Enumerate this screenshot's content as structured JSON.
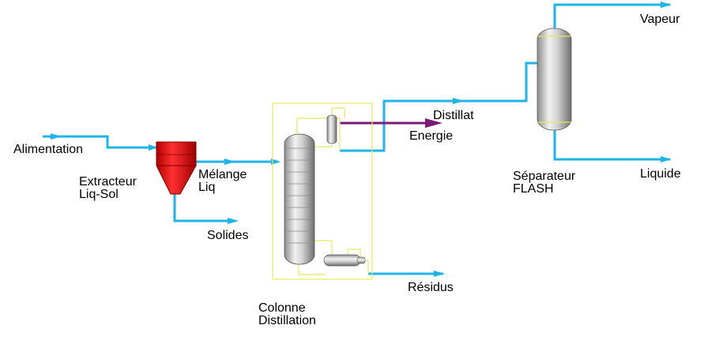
{
  "colors": {
    "stream": "#1fb3e8",
    "energy": "#7a1a78",
    "extractor": "#e01414",
    "column_outline": "#e8e85a",
    "vessel": "#c8c8c8"
  },
  "labels": {
    "alimentation": "Alimentation",
    "extracteur_1": "Extracteur",
    "extracteur_2": "Liq-Sol",
    "melange_1": "Mélange",
    "melange_2": "Liq",
    "solides": "Solides",
    "colonne_1": "Colonne",
    "colonne_2": "Distillation",
    "residus": "Résidus",
    "distillat": "Distillat",
    "energie": "Energie",
    "separateur_1": "Séparateur",
    "separateur_2": "FLASH",
    "vapeur": "Vapeur",
    "liquide": "Liquide"
  },
  "icons": {
    "extractor": "hydrocyclone-icon",
    "column": "distillation-column-icon",
    "flash": "flash-drum-icon"
  }
}
